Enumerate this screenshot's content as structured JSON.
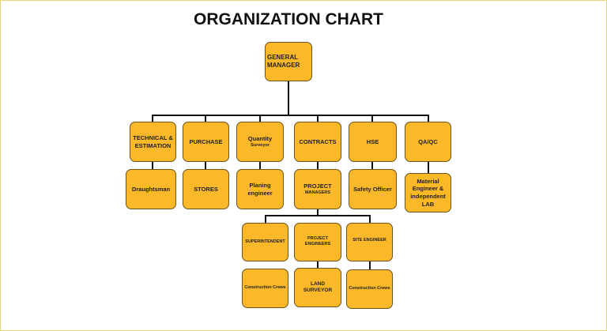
{
  "title": "ORGANIZATION CHART",
  "colors": {
    "box_fill": "#fbb829",
    "box_border": "#6b5320",
    "line": "#111111",
    "page_border": "#e8d37a"
  },
  "root": {
    "label": "GENERAL MANAGER"
  },
  "departments": [
    {
      "label": "TECHNICAL & ESTIMATION",
      "child": "Draughtsman"
    },
    {
      "label": "PURCHASE",
      "child": "STORES"
    },
    {
      "label": "Quantity",
      "sub": "Surveyor",
      "child": "Planing engineer"
    },
    {
      "label": "CONTRACTS",
      "child": "PROJECT",
      "child_sub": "MANAGERS"
    },
    {
      "label": "HSE",
      "child": "Safety Officer"
    },
    {
      "label": "QA/QC",
      "child": "Material Engineer & independent LAB"
    }
  ],
  "project_level": [
    {
      "label": "SUPERINTENDENT",
      "child": "Construction Crews"
    },
    {
      "label": "PROJECT ENGINEERS",
      "child": "LAND SURVEYOR"
    },
    {
      "label": "SITE ENGINEER",
      "child": "Construction Crews"
    }
  ]
}
